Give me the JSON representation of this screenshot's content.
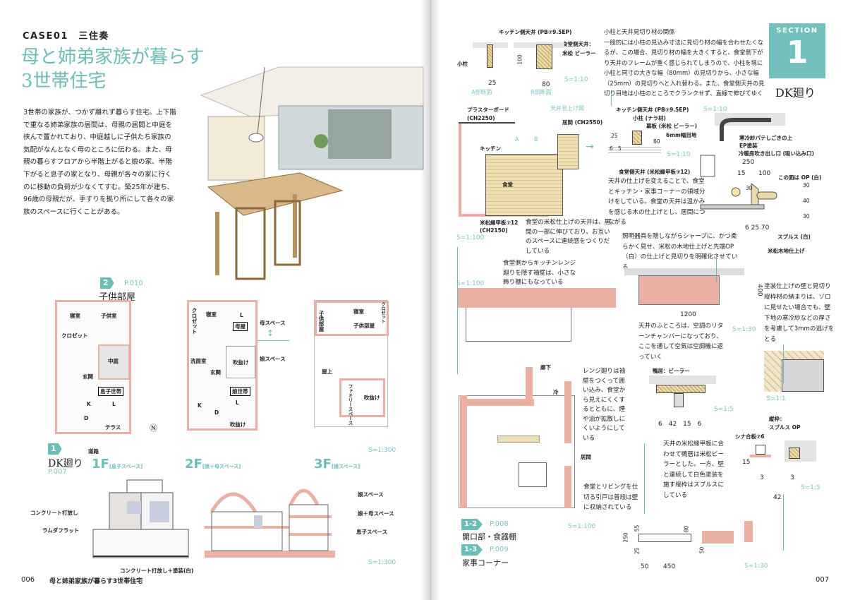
{
  "left": {
    "case_label": "CASE01　三住奏",
    "title_line1": "母と姉弟家族が暮らす",
    "title_line2": "3世帯住宅",
    "body": "3世帯の家族が、つかず離れず暮らす住宅。上下階で重なる姉弟家族の居間は、母親の居間と中庭を挟んで置かれており、中庭越しに子供たち家族の気配がなんとなく母のところに伝わる。また、母親の暮らすフロアから半階上がると娘の家、半階下がると息子の家となり、母親が各々の家に行くのに移動の負荷が少なくてすむ。築25年が建ち、96歳の母親だが、手すりを拠り所にして各々の家族のスペースに行くことがある。",
    "ref2": {
      "num": "2",
      "page": "P.010",
      "label": "子供部屋"
    },
    "ref1": {
      "num": "1",
      "label": "DK廻り",
      "page": "P.007"
    },
    "road": "道路",
    "floors": [
      {
        "name": "1F",
        "sub": "[息子スペース]"
      },
      {
        "name": "2F",
        "sub": "[娘＋母スペース]"
      },
      {
        "name": "3F",
        "sub": "[娘スペース]"
      }
    ],
    "plan1_rooms": [
      "寝室",
      "子供室",
      "クロゼット",
      "中庭",
      "玄関",
      "息子世帯",
      "K",
      "L",
      "D",
      "テラス"
    ],
    "plan2_rooms": [
      "クロゼット",
      "寝室",
      "L",
      "母屋",
      "吹抜け",
      "洗面室",
      "玄関",
      "娘世帯",
      "K",
      "D",
      "L",
      "吹抜け"
    ],
    "plan3_rooms": [
      "子供部屋",
      "寝室",
      "クロゼット",
      "子供部屋",
      "屋上",
      "ファミリースペース",
      "吹抜け"
    ],
    "plan_legend": [
      "母スペース",
      "娘スペース"
    ],
    "scale_plan": "S=1:300",
    "elevation_labels": [
      "コンクリート打放し",
      "ラムダフラット",
      "コンクリート打放し＋塗装(白)"
    ],
    "section_labels": [
      "娘スペース",
      "娘＋母スペース",
      "息子スペース"
    ],
    "scale_section": "S=1:300",
    "page_num": "006",
    "footer_title": "母と姉弟家族が暮らす3世帯住宅"
  },
  "right": {
    "section_box": {
      "label": "SECTION",
      "num": "1",
      "title": "DK廻り"
    },
    "intro": {
      "heading": "小柱と天井見切り材の関係",
      "text": "一般的には小柱の見込み寸法に見切り材の幅を合わせたくなるが、この場合、見切り材の幅を大きくすると、食堂側下がり天井のフレームが重く感じられてしまうので、小柱を境に小柱と同寸の大きな幅（80mm）の見切りから、小さな幅（25mm）の見切りへと入れ替わる。また、食堂側天井の見切り目地は小柱のところでクランクせず、直線で伸びてゆく"
    },
    "ab": {
      "kitchen_ceiling": "キッチン側天井 (PB⑦9.5EP)",
      "dining_ceiling_1": "食堂側天井：",
      "dining_ceiling_2": "米松 ビーラー",
      "column": "小柱",
      "dim_100": "100",
      "dim_25": "25",
      "dim_80": "80",
      "scale": "S=1:10",
      "a": "A部断面",
      "b": "B部断面"
    },
    "ceiling_plan": {
      "title": "天井見上げ図",
      "plaster_1": "プラスターボード",
      "plaster_2": "(CH2250)",
      "living": "居間 (CH2550)",
      "kitchen": "キッチン",
      "dining": "食堂",
      "pine_1": "米松縁甲板⑦12",
      "pine_2": "(CH2150)",
      "a": "A",
      "b": "B",
      "scale": "S=1:100"
    },
    "joint": {
      "kitchen_ceiling": "キッチン側天井 (PB⑦9.5EP)",
      "column": "小柱 (ナラ材)",
      "board": "幕板 (米松 ビーラー)",
      "gap": "6mm幅目地",
      "dim_25": "25",
      "dim_80": "80",
      "dim_6": "6",
      "dim_5": "5",
      "scale": "S=1:10",
      "dining_ceiling": "食堂側天井 (米松縁甲板⑦12)",
      "note": "天井の仕上げを変えることで、食堂とキッチン・家事コーナーの領域分けをしている。食堂の天井は温かみを感じる木の仕上げとし、居間につながる"
    },
    "vent": {
      "scale": "S=1:10",
      "putty_1": "寒冷紗パテしごきの上",
      "putty_2": "EP塗装",
      "outlet": "冷暖房吹き出し口 (吸い込み口)",
      "dim_250": "250",
      "dim_15": "15",
      "dim_100": "100",
      "dim_30a": "30",
      "dim_30b": "30",
      "dim_40": "40",
      "dim_30c": "30",
      "dim_bottom": "6 25 70",
      "op": "この面は OP (白)",
      "spruce": "スプルス (白)",
      "pine": "米松木地仕上げ"
    },
    "notes": {
      "ceiling_extend": "食堂の米松仕上げの天井は、居間の一部に伸びており、お互いのスペースに連続感をつくりだしている",
      "sleeve": "食堂側からキッチンレンジ廻りを隠す袖壁は、小さな飾り棚にもなっている",
      "lighting": "照明器具を隠しながらシャープに、かつ柔らかく見せ、米松の木地仕上げと先端OP（白）の仕上げと見切りを明確化させている",
      "chamber": "天井のふところは、空調のリターンチャンバーになっており、ここを通して空気は空調機に返っていく",
      "paint": "塗装仕上げの壁と見切り縦枠材の納まりは、ゾロに見せたい場合でも、壁下地の寒冷紗などの厚さを考慮して3mmの逃げをとる",
      "range": "レンジ廻りは袖壁をつくって囲い込み、食堂から見えにくくするとともに、煙や油が拡散しにくいようにしている",
      "slide": "食堂とリビングを仕切る引戸は普段は壁に収納されている",
      "lintel": "天井の米松縁甲板に合わせて鴨居は米松ビーラーとした。一方、壁と連続して白色塗装を施す縦枠はスプルスにしている"
    },
    "elevation_scale": "S=1:100",
    "chamber_detail": {
      "dim_400": "400",
      "dim_1200": "1200",
      "scale": "S=1:30"
    },
    "s11_scale": "S=1:1",
    "plan": {
      "corridor": "廊下",
      "fridge": "冷",
      "living": "居間",
      "scale": "S=1:100"
    },
    "lintel_detail": {
      "label": "鴨居：ビーラー",
      "dims": "6　42　15　6",
      "scale": "S=1:5"
    },
    "jamb_detail": {
      "label_1": "縦枠：",
      "label_2": "スプルス OP",
      "plywood": "シナ合板⑦6",
      "dim_15": "15",
      "dim_3a": "3",
      "dim_3b": "3",
      "dim_42": "42",
      "scale": "S=1:5"
    },
    "bottom_detail": {
      "dim_250": "250",
      "dim_55": "55",
      "dim_25": "25",
      "dim_50a": "50",
      "dim_450": "450",
      "dim_80": "80",
      "dim_50b": "50",
      "scale": "S=1:30"
    },
    "refs": [
      {
        "num": "1-2",
        "page": "P.008",
        "label": "開口部・食器棚"
      },
      {
        "num": "1-3",
        "page": "P.009",
        "label": "家事コーナー"
      }
    ],
    "page_num": "007"
  },
  "colors": {
    "accent": "#6cbdb8",
    "wall": "#eab0a4",
    "wood": "#ecd9a8"
  }
}
